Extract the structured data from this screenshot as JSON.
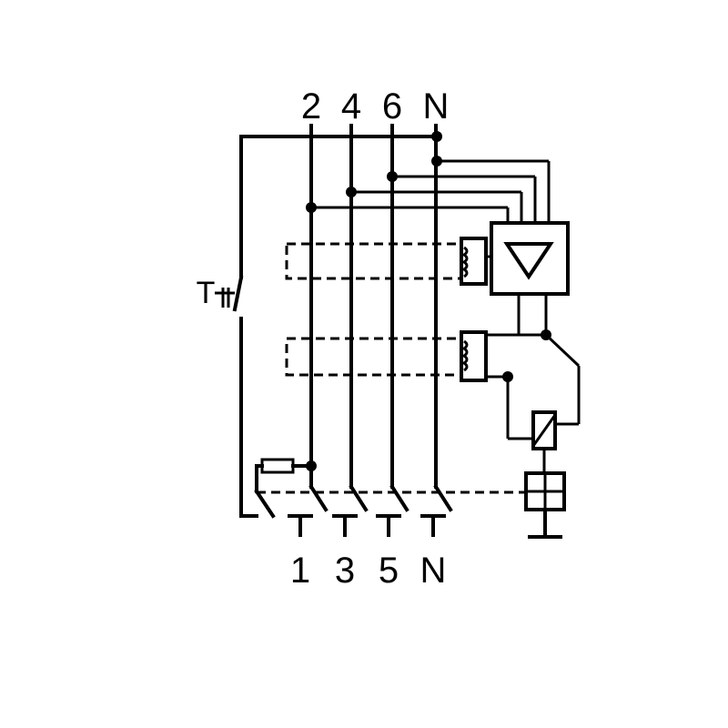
{
  "diagram": {
    "top_terminals": [
      "2",
      "4",
      "6",
      "N"
    ],
    "bottom_terminals": [
      "1",
      "3",
      "5",
      "N"
    ],
    "test_button_label": "T"
  }
}
